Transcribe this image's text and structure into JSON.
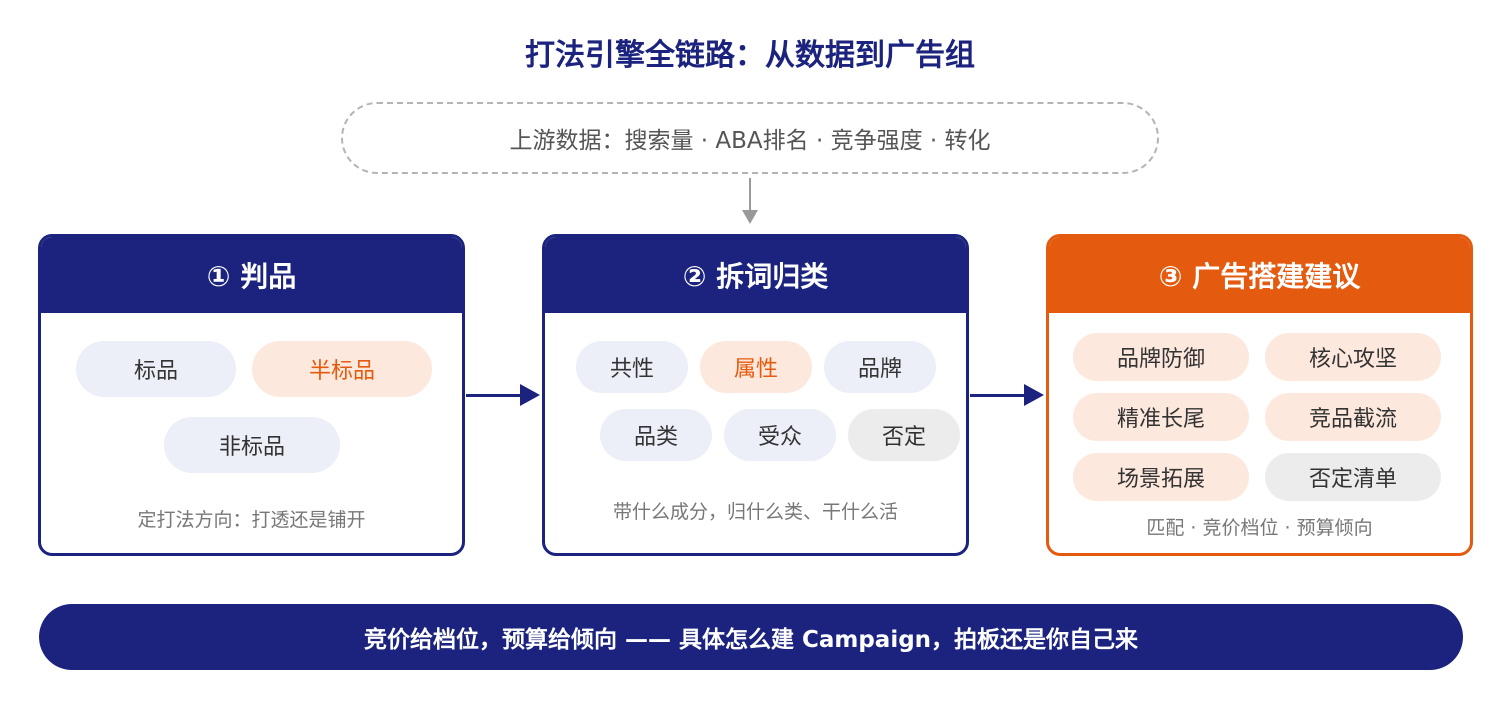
{
  "title": "打法引擎全链路：从数据到广告组",
  "upstream": "上游数据：搜索量 · ABA排名 · 竞争强度 · 转化",
  "panels": [
    {
      "header": "① 判品",
      "tags": [
        "标品",
        "半标品",
        "非标品"
      ],
      "note": "定打法方向：打透还是铺开"
    },
    {
      "header": "② 拆词归类",
      "tags": [
        "共性",
        "属性",
        "品牌",
        "品类",
        "受众",
        "否定"
      ],
      "note": "带什么成分，归什么类、干什么活"
    },
    {
      "header": "③ 广告搭建建议",
      "tags": [
        "品牌防御",
        "核心攻坚",
        "精准长尾",
        "竞品截流",
        "场景拓展",
        "否定清单"
      ],
      "note": "匹配 · 竞价档位 · 预算倾向"
    }
  ],
  "banner": "竞价给档位，预算给倾向 —— 具体怎么建 Campaign，拍板还是你自己来",
  "colors": {
    "navy": "#1b237e",
    "orange": "#e45a0e",
    "peach": "#fde8dd",
    "lavender": "#eceef8",
    "gray": "#ececec"
  }
}
